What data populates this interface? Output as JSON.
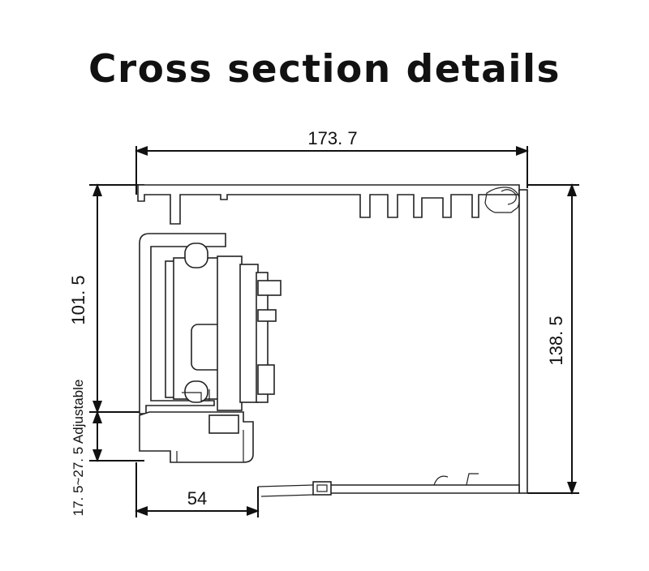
{
  "title": "Cross section details",
  "dimensions": {
    "overall_width": "173. 7",
    "left_height": "101. 5",
    "adjustable": "17. 5~27. 5 Adjustable",
    "overall_height": "138. 5",
    "bottom_offset": "54"
  }
}
